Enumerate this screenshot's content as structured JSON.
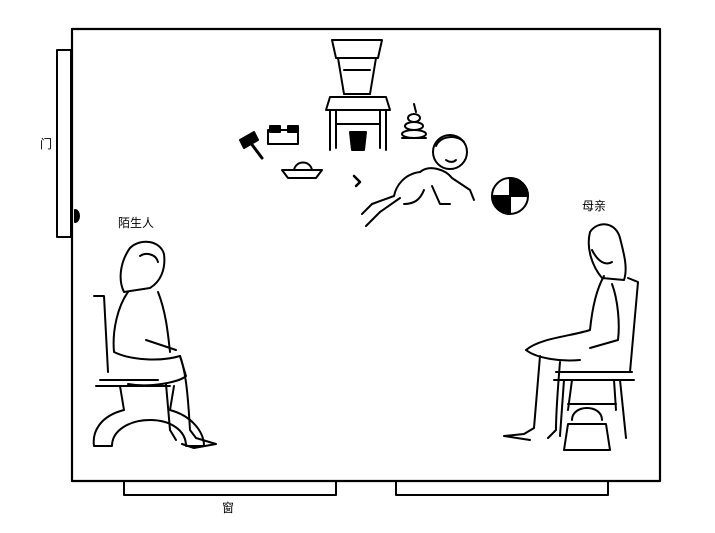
{
  "labels": {
    "door": "门",
    "stranger": "陌生人",
    "mother": "母亲",
    "window": "窗"
  },
  "colors": {
    "ink": "#000000",
    "paper": "#ffffff"
  }
}
